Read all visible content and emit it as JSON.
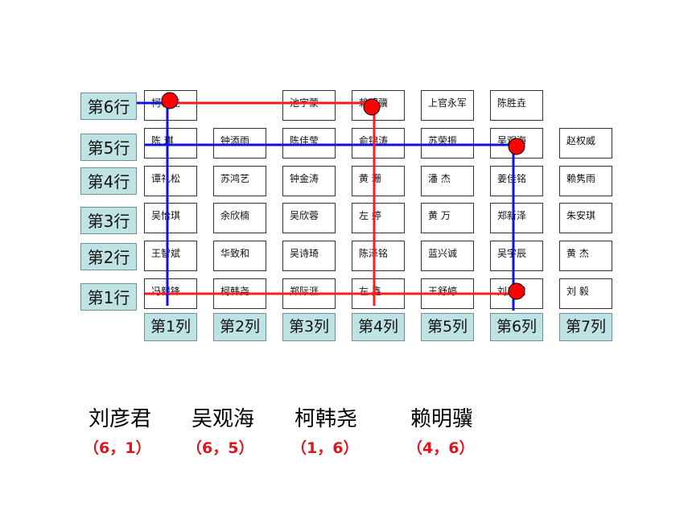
{
  "row_labels": [
    "第6行",
    "第5行",
    "第4行",
    "第3行",
    "第2行",
    "第1行"
  ],
  "col_labels": [
    "第1列",
    "第2列",
    "第3列",
    "第4列",
    "第5列",
    "第6列",
    "第7列"
  ],
  "seats": [
    [
      "柯韩尧",
      "",
      "池宇蒙",
      "赖明骥",
      "上官永军",
      "陈胜垚",
      ""
    ],
    [
      "陈 琪",
      "钟添雨",
      "陈佳莹",
      "俞锦涛",
      "苏荣振",
      "吴观海",
      "赵权威"
    ],
    [
      "谭礼松",
      "苏鸿艺",
      "钟金涛",
      "黄 珊",
      "潘 杰",
      "姜佳铭",
      "赖隽雨"
    ],
    [
      "吴怡琪",
      "余欣楠",
      "吴欣蓉",
      "左 婷",
      "黄 万",
      "郑新泽",
      "朱安琪"
    ],
    [
      "王智斌",
      "华致和",
      "吴诗琦",
      "陈泽铭",
      "蓝兴诚",
      "吴宇辰",
      "黄 杰"
    ],
    [
      "冯毅锋",
      "柯韩尧",
      "郑际涯",
      "左 鑫",
      "王舒婷",
      "刘彦君",
      "刘 毅"
    ]
  ],
  "people": [
    {
      "name": "刘彦君",
      "coord": "（6，1）"
    },
    {
      "name": "吴观海",
      "coord": "（6，5）"
    },
    {
      "name": "柯韩尧",
      "coord": "（1，6）"
    },
    {
      "name": "赖明骥",
      "coord": "（4，6）"
    }
  ],
  "highlights": [
    [
      6,
      1
    ],
    [
      6,
      5
    ],
    [
      1,
      6
    ],
    [
      4,
      6
    ]
  ],
  "colors": {
    "red": "#ff1a1a",
    "blue": "#1010e0",
    "dot": "#ff0000"
  }
}
